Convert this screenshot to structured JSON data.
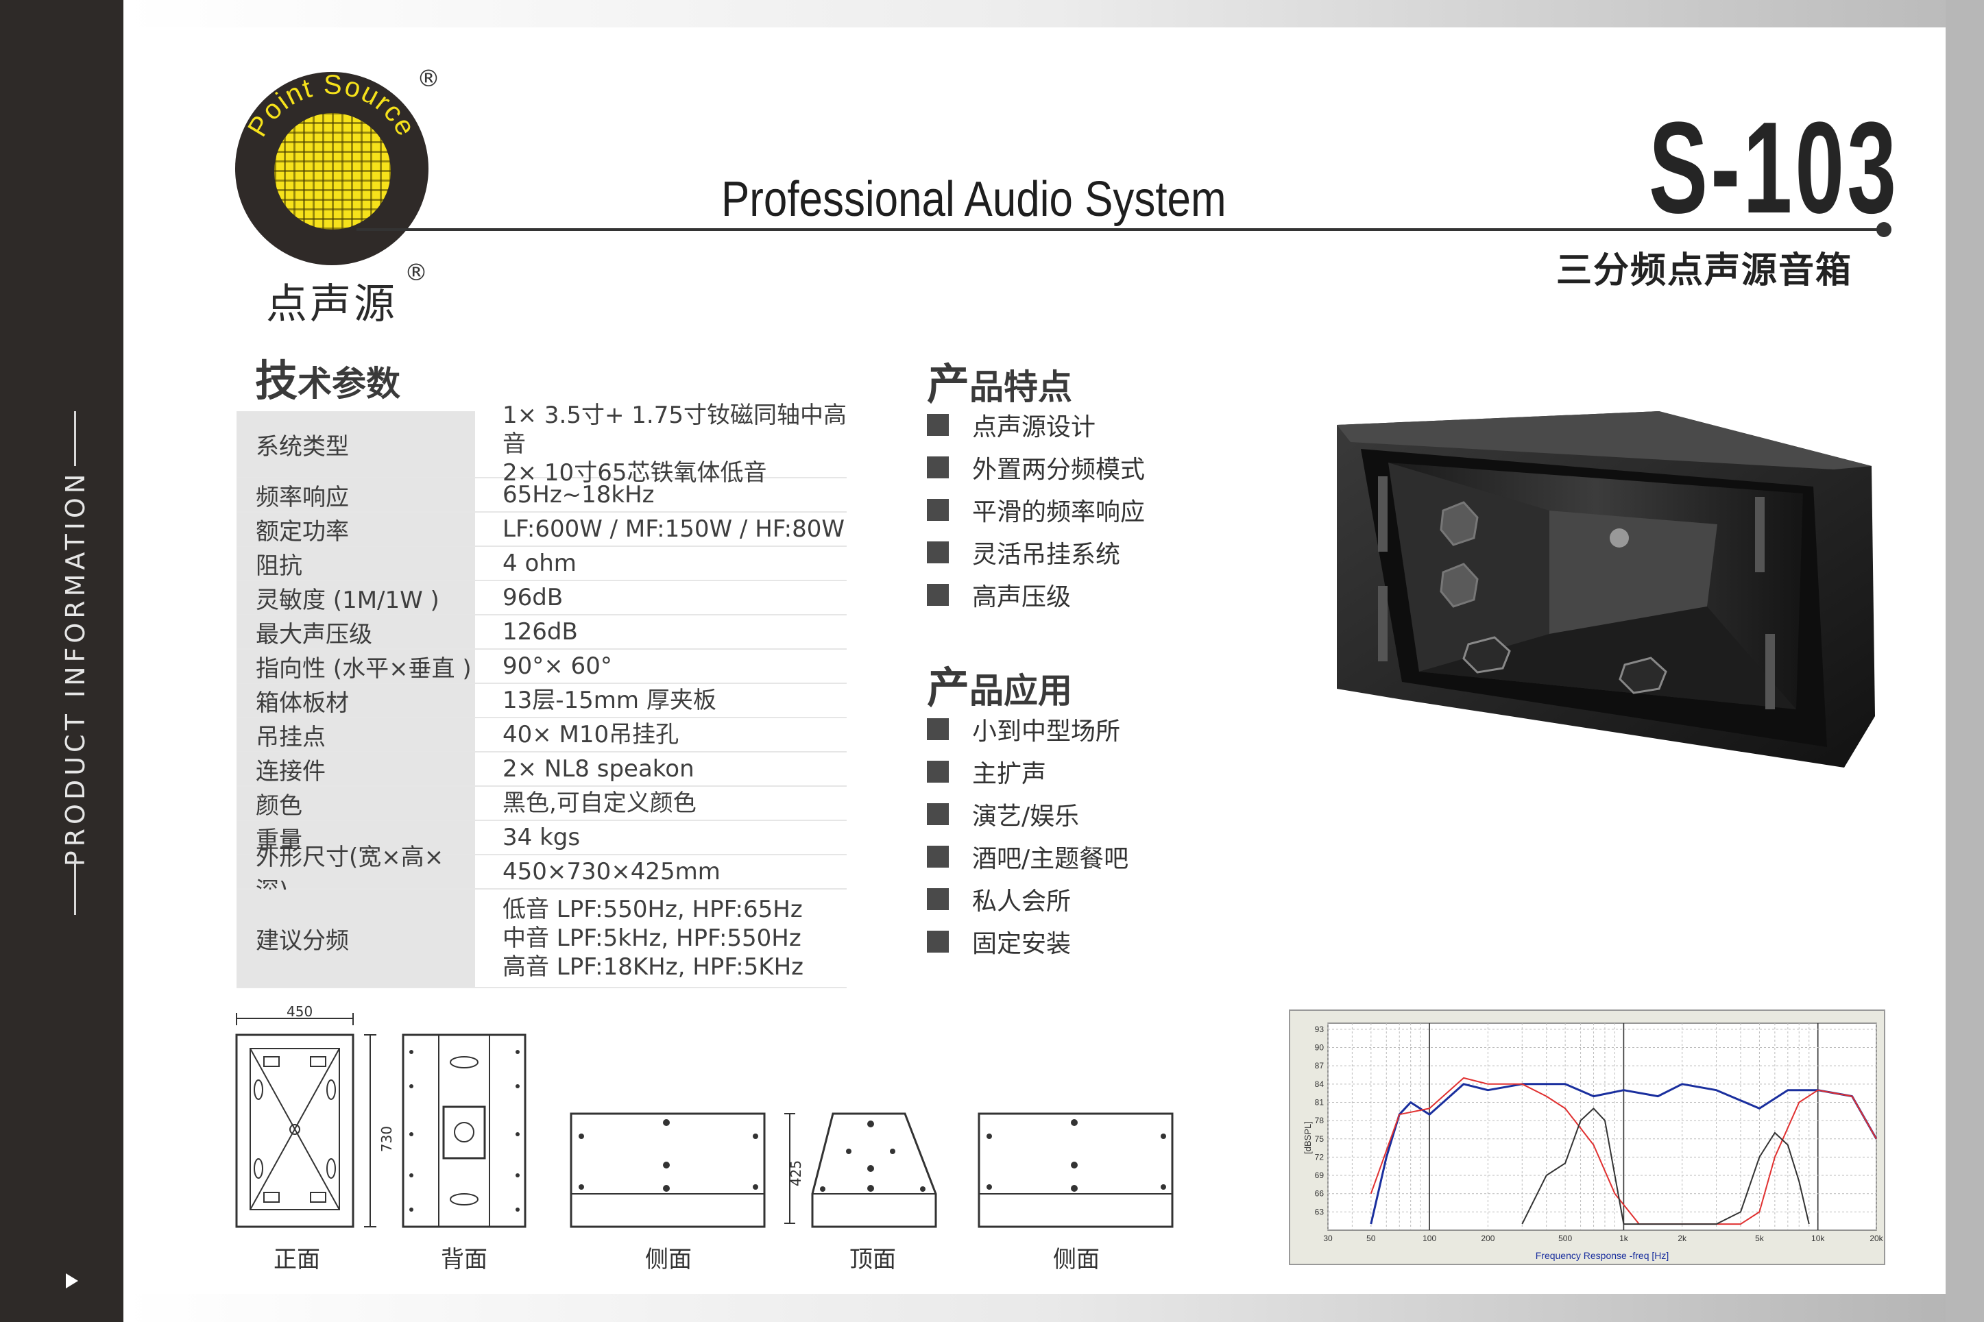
{
  "side_label": "PRODUCT INFORMATION",
  "logo": {
    "ring_text": "Point Source",
    "registered": "®",
    "chinese_name": "点声源"
  },
  "header": {
    "title": "Professional Audio System",
    "model": "S-103",
    "subtitle": "三分频点声源音箱"
  },
  "specs": {
    "heading_first": "技",
    "heading_rest": "术参数",
    "rows": [
      {
        "label": "系统类型",
        "values": [
          "1× 3.5寸+ 1.75寸钕磁同轴中高音",
          "2× 10寸65芯铁氧体低音"
        ]
      },
      {
        "label": "频率响应",
        "values": [
          "65Hz~18kHz"
        ]
      },
      {
        "label": "额定功率",
        "values": [
          "LF:600W / MF:150W / HF:80W"
        ]
      },
      {
        "label": "阻抗",
        "values": [
          "4 ohm"
        ]
      },
      {
        "label": "灵敏度 (1M/1W )",
        "values": [
          "96dB"
        ]
      },
      {
        "label": "最大声压级",
        "values": [
          "126dB"
        ]
      },
      {
        "label": "指向性 (水平×垂直 )",
        "values": [
          "90°× 60°"
        ]
      },
      {
        "label": "箱体板材",
        "values": [
          "13层-15mm 厚夹板"
        ]
      },
      {
        "label": "吊挂点",
        "values": [
          "40× M10吊挂孔"
        ]
      },
      {
        "label": "连接件",
        "values": [
          "2× NL8 speakon"
        ]
      },
      {
        "label": "颜色",
        "values": [
          "黑色,可自定义颜色"
        ]
      },
      {
        "label": "重量",
        "values": [
          "34 kgs"
        ]
      },
      {
        "label": "外形尺寸(宽×高×深)",
        "values": [
          "450×730×425mm"
        ]
      },
      {
        "label": "建议分频",
        "values": [
          "低音 LPF:550Hz, HPF:65Hz",
          "中音 LPF:5kHz, HPF:550Hz",
          "高音 LPF:18KHz, HPF:5KHz"
        ]
      }
    ]
  },
  "features": {
    "heading_first": "产",
    "heading_rest": "品特点",
    "items": [
      "点声源设计",
      "外置两分频模式",
      "平滑的频率响应",
      "灵活吊挂系统",
      "高声压级"
    ]
  },
  "applications": {
    "heading_first": "产",
    "heading_rest": "品应用",
    "items": [
      "小到中型场所",
      "主扩声",
      "演艺/娱乐",
      "酒吧/主题餐吧",
      "私人会所",
      "固定安装"
    ]
  },
  "drawings": {
    "dim_width": "450",
    "dim_height": "730",
    "dim_depth": "425",
    "captions": [
      "正面",
      "背面",
      "侧面",
      "顶面",
      "侧面"
    ]
  },
  "chart_data": {
    "type": "line",
    "ylabel": "[dBSPL]",
    "xlabel": "Frequency Response -freq [Hz]",
    "x_scale": "log",
    "grid": true,
    "xlim": [
      30,
      20000
    ],
    "ylim": [
      60,
      94
    ],
    "x_ticks": [
      "30",
      "50",
      "100",
      "200",
      "500",
      "1k",
      "2k",
      "5k",
      "10k",
      "20k"
    ],
    "y_ticks": [
      "93",
      "90",
      "87",
      "84",
      "81",
      "78",
      "75",
      "72",
      "69",
      "66",
      "63"
    ],
    "series": [
      {
        "color": "#1a2f9e",
        "x": [
          50,
          60,
          70,
          80,
          100,
          150,
          200,
          300,
          500,
          700,
          1000,
          1500,
          2000,
          3000,
          5000,
          7000,
          10000,
          15000,
          20000
        ],
        "y": [
          61,
          72,
          79,
          81,
          79,
          84,
          83,
          84,
          84,
          82,
          83,
          82,
          84,
          83,
          80,
          83,
          83,
          82,
          75
        ]
      },
      {
        "color": "#e03030",
        "x": [
          50,
          70,
          100,
          150,
          200,
          300,
          400,
          500,
          700,
          900,
          1200,
          2500,
          4000,
          5000,
          6000,
          8000,
          10000,
          15000,
          20000
        ],
        "y": [
          66,
          79,
          80,
          85,
          84,
          84,
          82,
          80,
          74,
          66,
          61,
          61,
          61,
          63,
          72,
          81,
          83,
          82,
          75
        ]
      },
      {
        "color": "#333333",
        "x": [
          300,
          400,
          500,
          600,
          700,
          800,
          1000,
          3000,
          4000,
          5000,
          6000,
          7000,
          8000,
          9000
        ],
        "y": [
          61,
          69,
          71,
          78,
          80,
          78,
          61,
          61,
          63,
          72,
          76,
          74,
          68,
          61
        ]
      }
    ]
  }
}
